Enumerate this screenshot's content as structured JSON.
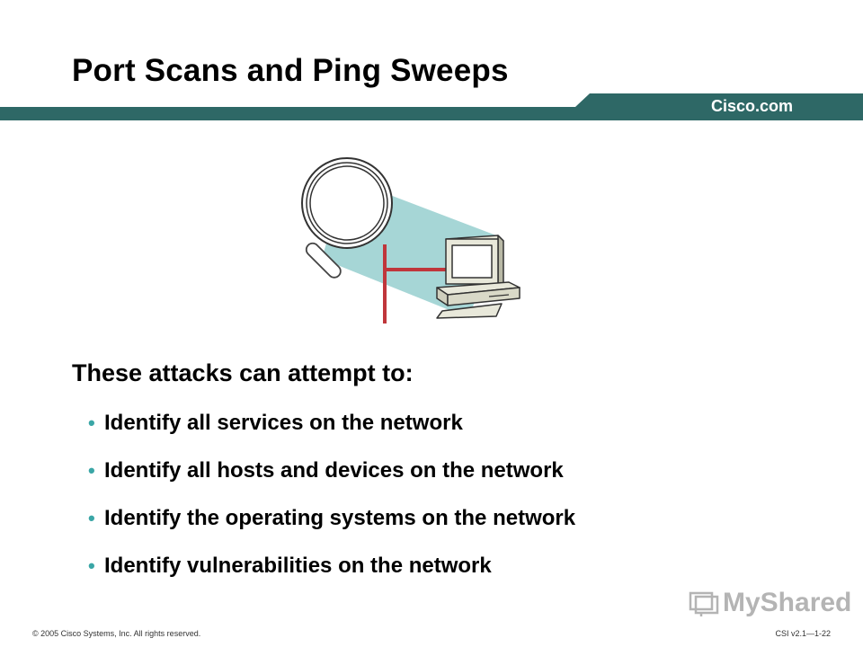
{
  "slide": {
    "title": "Port Scans and Ping Sweeps",
    "brand": "Cisco.com",
    "intro": "These attacks can attempt to:",
    "bullets": [
      "Identify all services on the network",
      "Identify all hosts and devices on the network",
      "Identify the operating systems on the network",
      "Identify vulnerabilities on the network"
    ],
    "footer_left": "© 2005 Cisco Systems, Inc. All rights reserved.",
    "footer_right": "CSI v2.1—1-22",
    "watermark": "MyShared"
  },
  "colors": {
    "header_bar": "#2e6866",
    "beam": "#a6d6d6",
    "cable": "#c0363b",
    "bullet": "#3aa6a6"
  },
  "icons": [
    "magnifying-glass-icon",
    "computer-icon",
    "network-cable-icon",
    "presentation-icon"
  ]
}
